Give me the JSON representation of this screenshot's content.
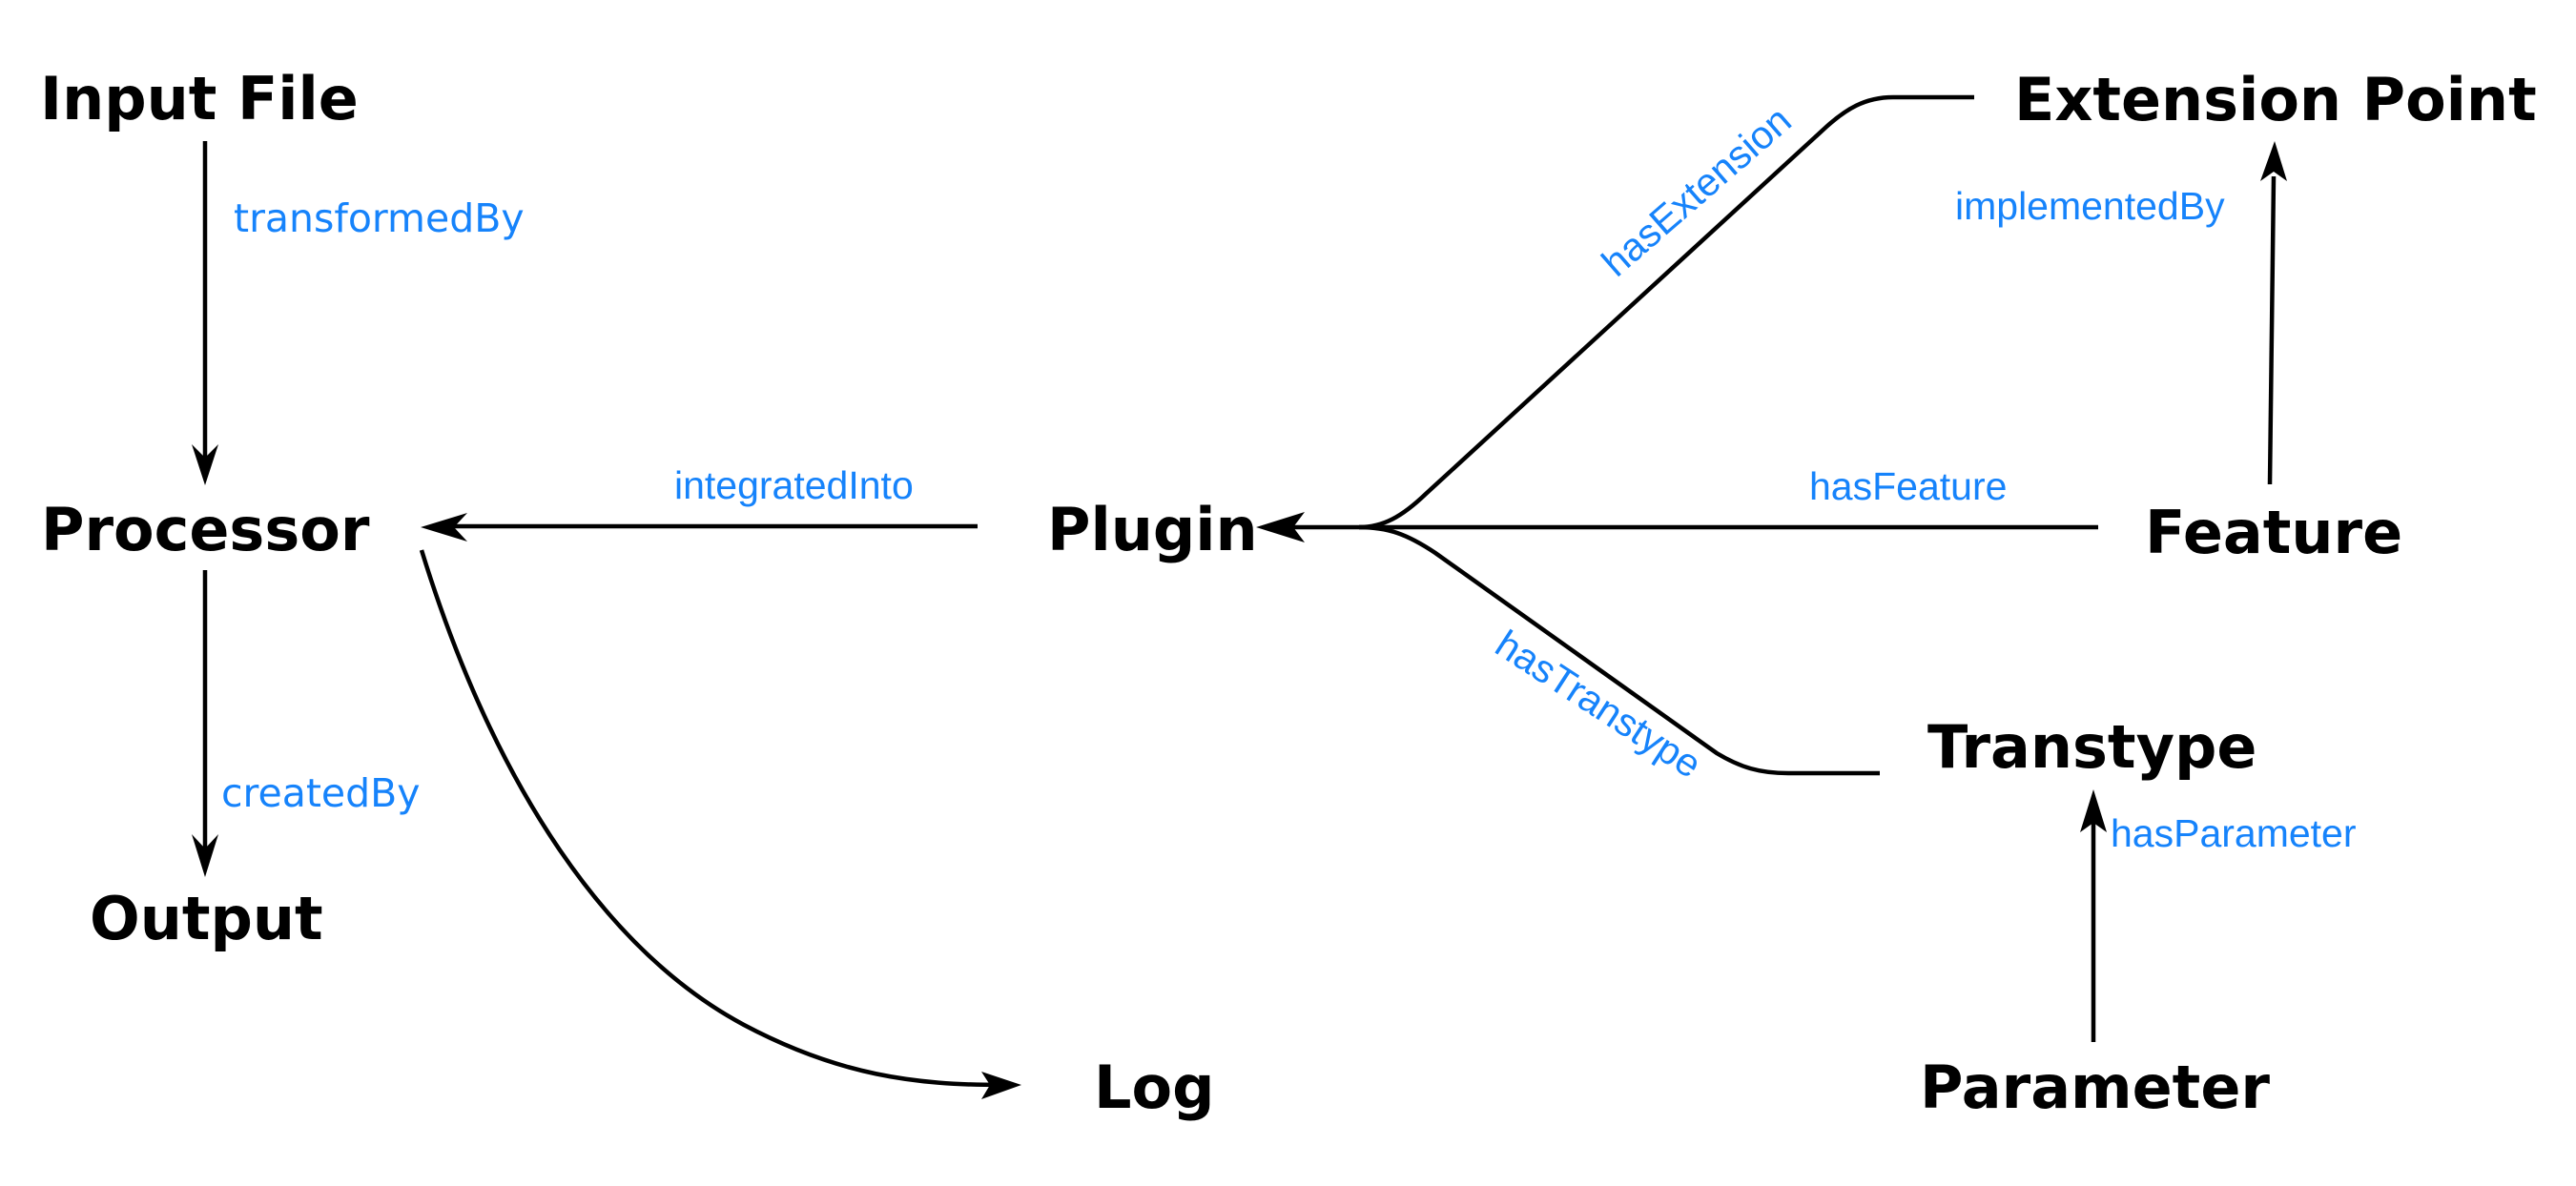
{
  "colors": {
    "node_text": "#000000",
    "edge_label": "#1683FB",
    "edge_line": "#000000",
    "background": "#FFFFFF"
  },
  "nodes": {
    "input_file": "Input File",
    "processor": "Processor",
    "output": "Output",
    "plugin": "Plugin",
    "log": "Log",
    "extension_point": "Extension Point",
    "feature": "Feature",
    "transtype": "Transtype",
    "parameter": "Parameter"
  },
  "edges": [
    {
      "id": "transformed_by",
      "label": "transformedBy",
      "from": "Input File",
      "to": "Processor"
    },
    {
      "id": "created_by",
      "label": "createdBy",
      "from": "Processor",
      "to": "Output"
    },
    {
      "id": "integrated_into",
      "label": "integratedInto",
      "from": "Plugin",
      "to": "Processor"
    },
    {
      "id": "processor_log",
      "label": "",
      "from": "Processor",
      "to": "Log"
    },
    {
      "id": "has_extension",
      "label": "hasExtension",
      "from": "Extension Point",
      "to": "Plugin"
    },
    {
      "id": "has_feature",
      "label": "hasFeature",
      "from": "Feature",
      "to": "Plugin"
    },
    {
      "id": "has_transtype",
      "label": "hasTranstype",
      "from": "Transtype",
      "to": "Plugin"
    },
    {
      "id": "implemented_by",
      "label": "implementedBy",
      "from": "Feature",
      "to": "Extension Point"
    },
    {
      "id": "has_parameter",
      "label": "hasParameter",
      "from": "Parameter",
      "to": "Transtype"
    }
  ]
}
